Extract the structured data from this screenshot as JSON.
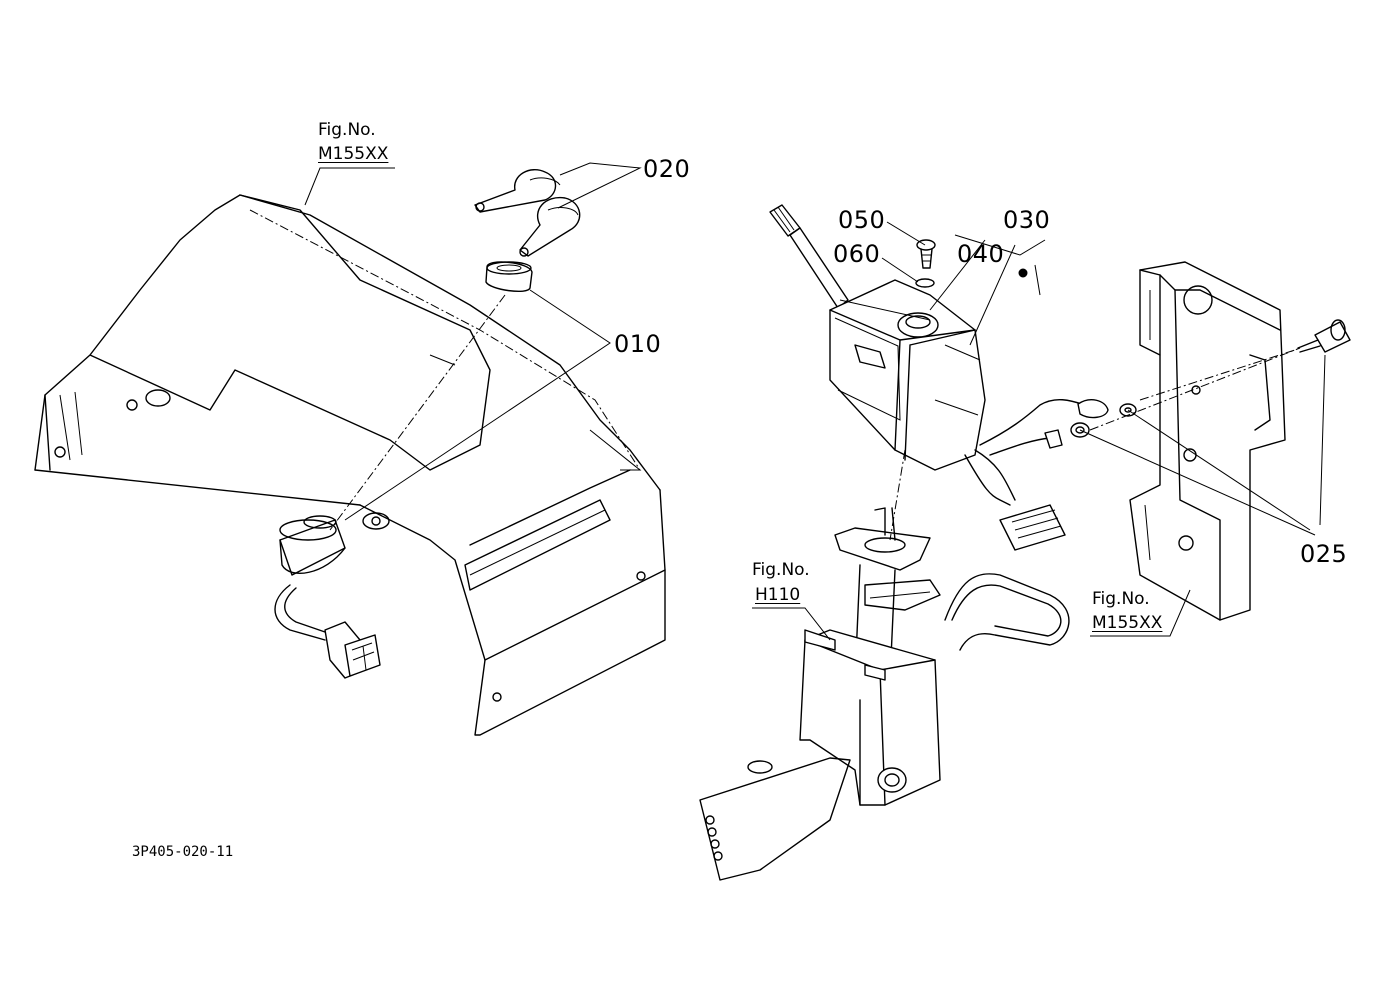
{
  "drawing_code": "3P405-020-11",
  "figure_refs": [
    {
      "label": "Fig.No.",
      "number": "M155XX"
    },
    {
      "label": "Fig.No.",
      "number": "H110"
    },
    {
      "label": "Fig.No.",
      "number": "M155XX"
    }
  ],
  "part_labels": {
    "p010": "010",
    "p020": "020",
    "p025": "025",
    "p030": "030",
    "p040": "040",
    "p050": "050",
    "p060": "060"
  }
}
